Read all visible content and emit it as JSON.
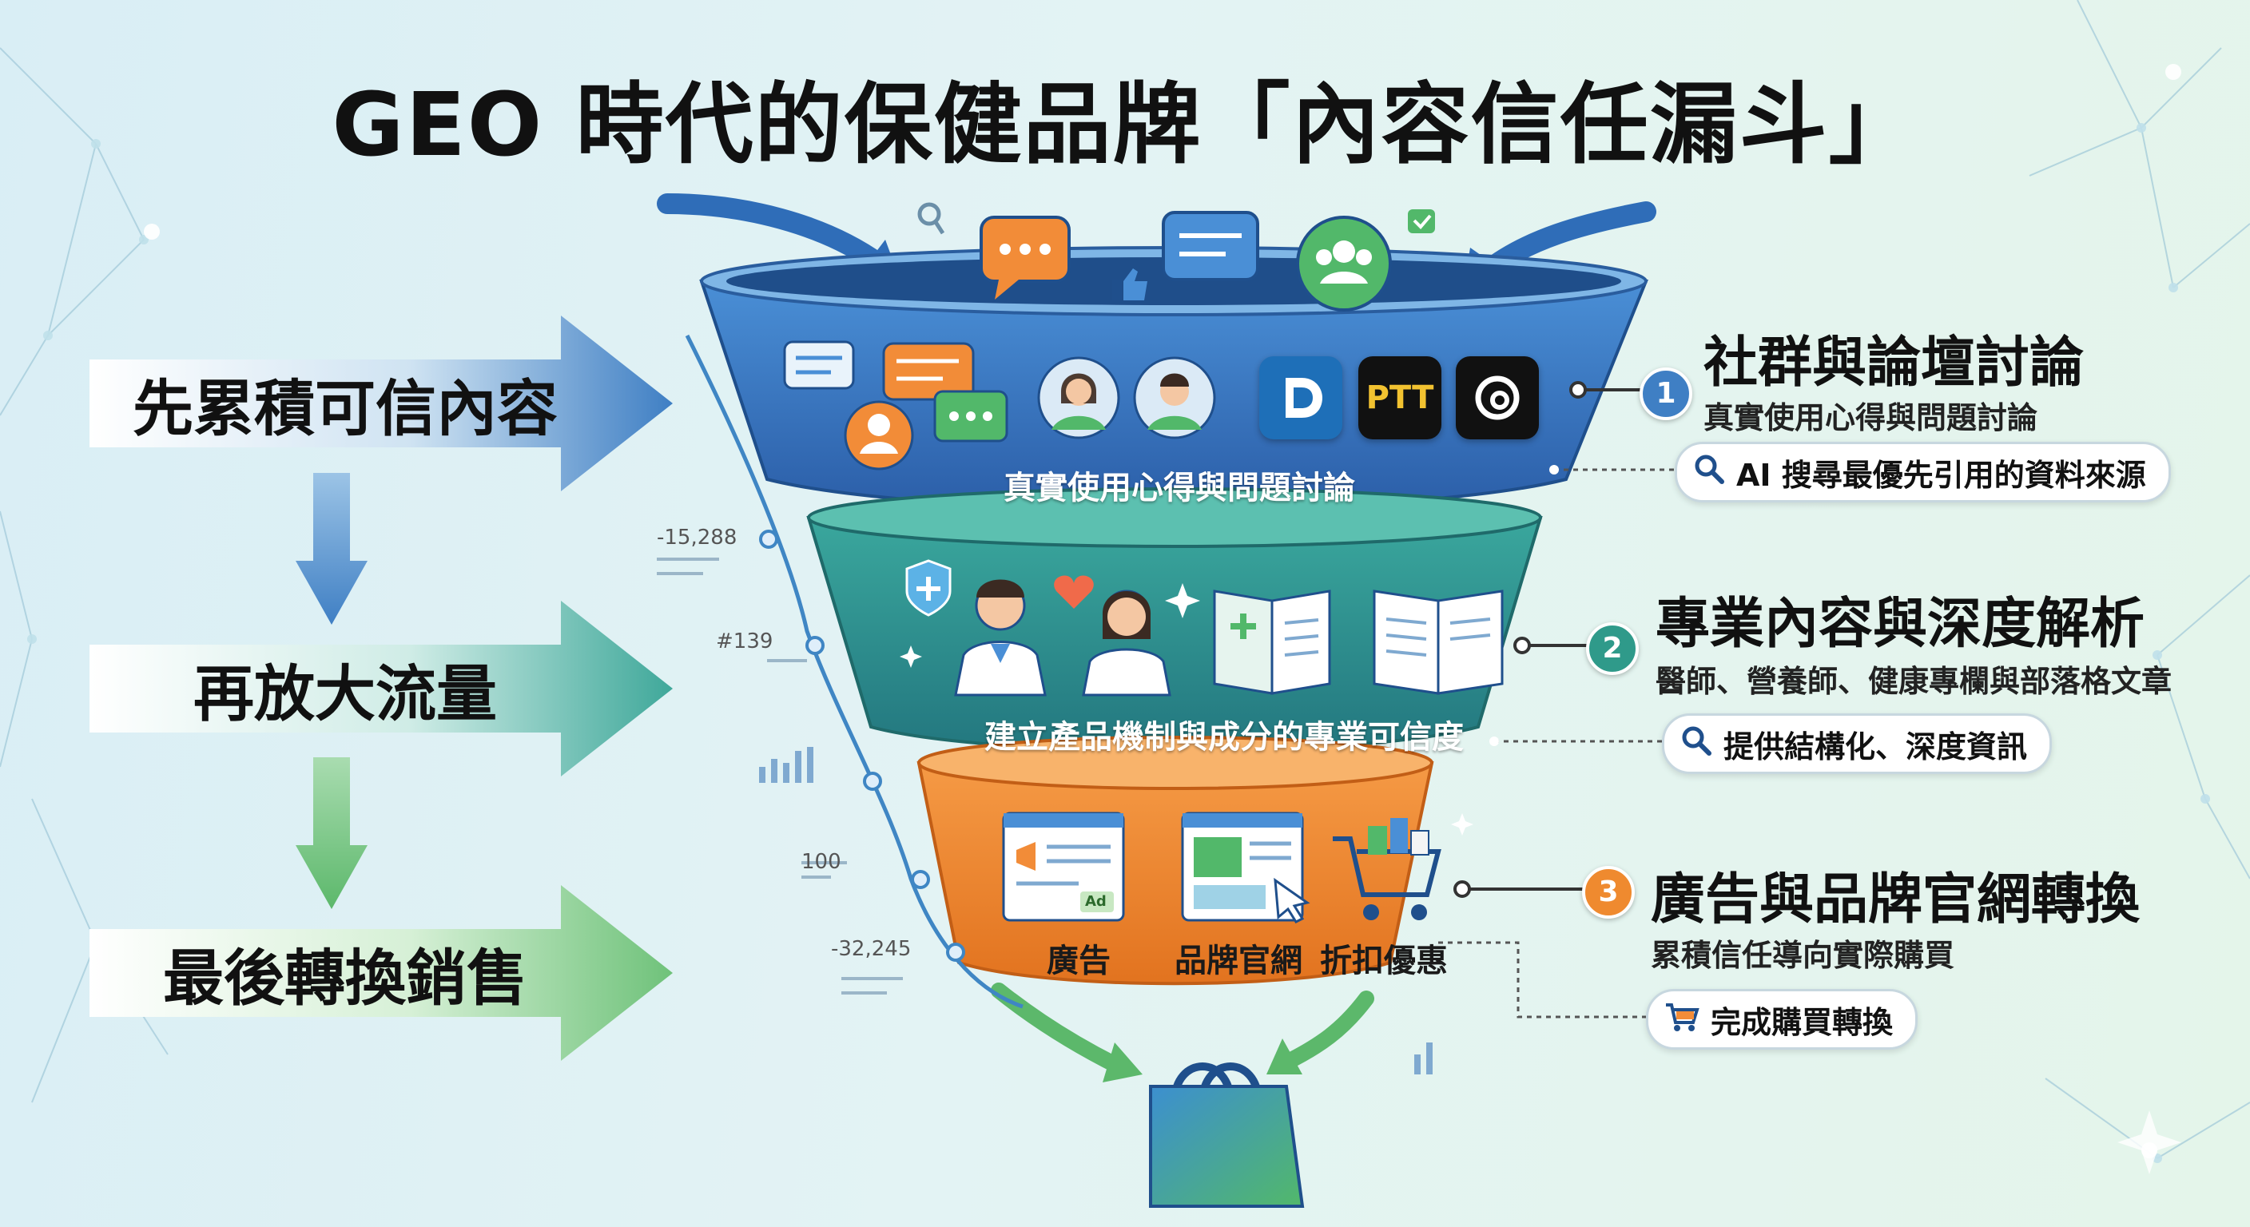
{
  "title": "GEO 時代的保健品牌「內容信任漏斗」",
  "steps": [
    {
      "label": "先累積可信內容"
    },
    {
      "label": "再放大流量"
    },
    {
      "label": "最後轉換銷售"
    }
  ],
  "funnel": {
    "top": {
      "caption": "真實使用心得與問題討論",
      "logos": [
        "Dcard",
        "PTT",
        "Threads"
      ],
      "ptt_text": "PTT"
    },
    "middle": {
      "caption": "建立產品機制與成分的專業可信度"
    },
    "bottom": {
      "items": [
        "廣告",
        "品牌官網",
        "折扣優惠"
      ],
      "ad_tag": "Ad"
    }
  },
  "labels": [
    {
      "number": "1",
      "title": "社群與論壇討論",
      "subtitle": "真實使用心得與問題討論",
      "pill": "AI 搜尋最優先引用的資料來源",
      "pill_icon": "search-icon",
      "color": "#3f7fc4"
    },
    {
      "number": "2",
      "title": "專業內容與深度解析",
      "subtitle": "醫師、營養師、健康專欄與部落格文章",
      "pill": "提供結構化、深度資訊",
      "pill_icon": "search-icon",
      "color": "#2f9a8a"
    },
    {
      "number": "3",
      "title": "廣告與品牌官網轉換",
      "subtitle": "累積信任導向實際購買",
      "pill": "完成購買轉換",
      "pill_icon": "cart-icon",
      "color": "#ef8a2f"
    }
  ],
  "side_numbers": [
    "-15,288",
    "#139",
    "100",
    "-32,245"
  ],
  "colors": {
    "top_band": "#2f6db8",
    "middle_band": "#2e8f8a",
    "bottom_band": "#ef7f2a",
    "arrow_blue": "#3f7fc4",
    "arrow_green": "#6fc27a"
  }
}
